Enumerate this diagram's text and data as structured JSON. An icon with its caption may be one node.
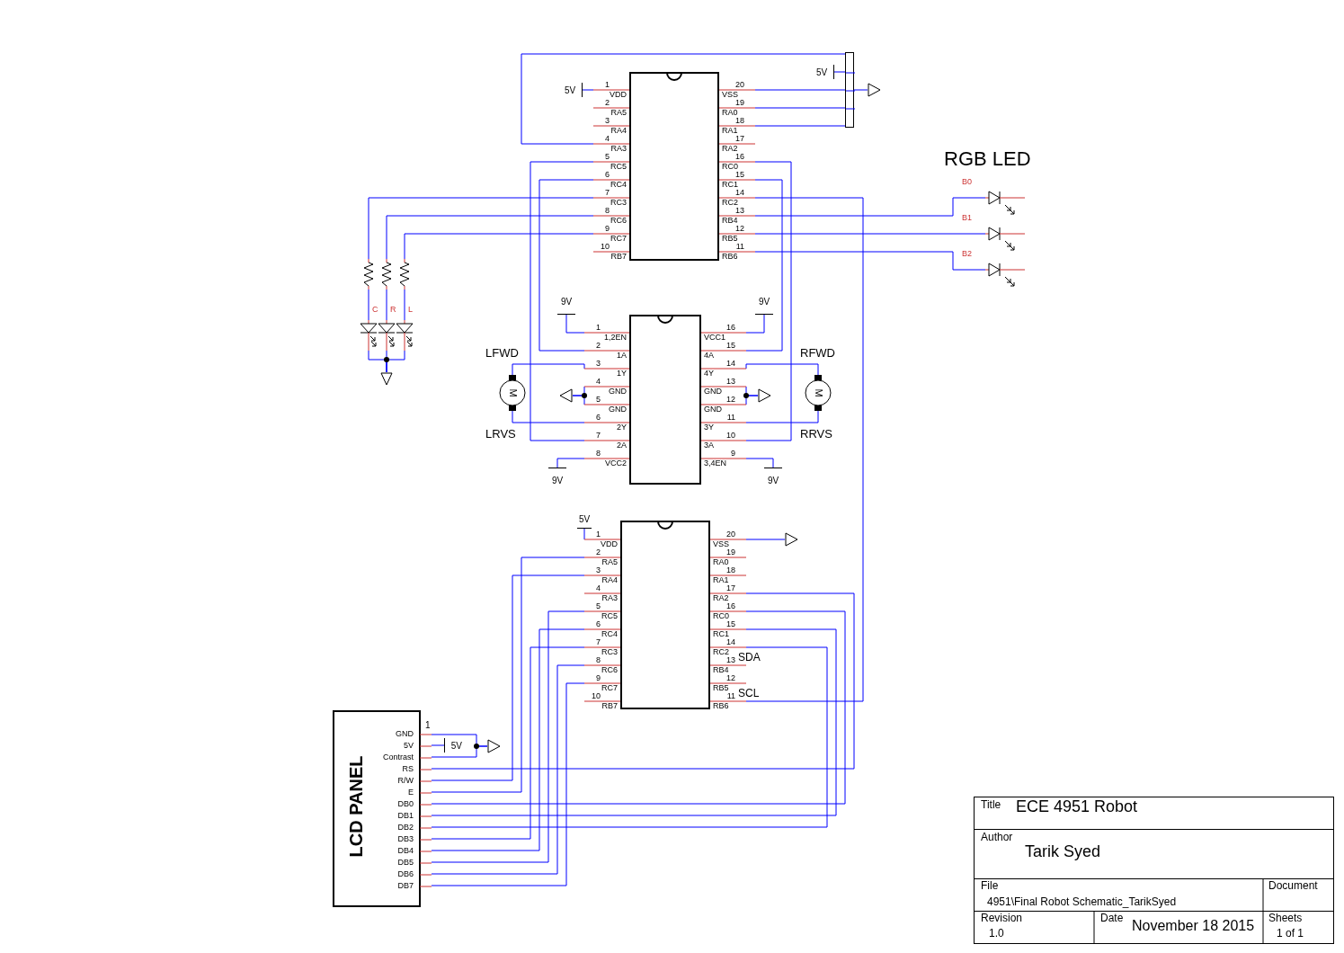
{
  "diagram": {
    "nodes": [
      {
        "text": [],
        "shape": "bar"
      },
      {
        "text": [
          "1",
          "VDD",
          "2",
          "RA5",
          "3",
          "RA4",
          "4",
          "RA3",
          "5",
          "RC5",
          "6",
          "RC4",
          "7",
          "RC3",
          "8",
          "RC6",
          "9",
          "RC7",
          "10",
          "RB7",
          "20",
          "VSS",
          "19",
          "RA0",
          "18",
          "RA1",
          "17",
          "RA2",
          "16",
          "RC0",
          "15",
          "RC1",
          "14",
          "RC2",
          "13",
          "RB4",
          "12",
          "RB5",
          "11",
          "RB6"
        ]
      },
      {
        "text": [
          "5V"
        ]
      },
      {
        "text": [
          "5V"
        ]
      },
      {
        "text": [],
        "shape": "triangle"
      },
      {
        "text": [],
        "shape": "resistor"
      },
      {
        "text": [],
        "shape": "resistor"
      },
      {
        "text": [],
        "shape": "resistor"
      },
      {
        "text": [],
        "shape": "diode",
        "beside": [
          "C"
        ]
      },
      {
        "text": [],
        "shape": "diode",
        "beside": [
          "R"
        ]
      },
      {
        "text": [],
        "shape": "diode",
        "beside": [
          "L"
        ]
      },
      {
        "text": [],
        "shape": "triangle"
      },
      {
        "text": [],
        "shape": "diode",
        "beside": [
          "B0"
        ]
      },
      {
        "text": [],
        "shape": "diode",
        "beside": [
          "B1"
        ]
      },
      {
        "text": [],
        "shape": "diode",
        "beside": [
          "B2"
        ]
      },
      {
        "text": [
          "1",
          "1,2EN",
          "2",
          "1A",
          "3",
          "1Y",
          "4",
          "GND",
          "5",
          "GND",
          "6",
          "2Y",
          "7",
          "2A",
          "8",
          "VCC2",
          "16",
          "VCC1",
          "15",
          "4A",
          "14",
          "4Y",
          "13",
          "GND",
          "12",
          "GND",
          "11",
          "3Y",
          "10",
          "3A",
          "9",
          "3,4EN"
        ]
      },
      {
        "text": [
          "9V"
        ]
      },
      {
        "text": [
          "9V"
        ]
      },
      {
        "text": [
          "M"
        ],
        "beside": [
          "LFWD",
          "LRVS"
        ]
      },
      {
        "text": [
          "M"
        ],
        "beside": [
          "RFWD",
          "RRVS"
        ]
      },
      {
        "text": [],
        "shape": "triangle"
      },
      {
        "text": [],
        "shape": "triangle"
      },
      {
        "text": [
          "9V"
        ]
      },
      {
        "text": [
          "9V"
        ]
      },
      {
        "text": [
          "1",
          "VDD",
          "2",
          "RA5",
          "3",
          "RA4",
          "4",
          "RA3",
          "5",
          "RC5",
          "6",
          "RC4",
          "7",
          "RC3",
          "8",
          "RC6",
          "9",
          "RC7",
          "10",
          "RB7",
          "20",
          "VSS",
          "19",
          "RA0",
          "18",
          "RA1",
          "17",
          "RA2",
          "16",
          "RC0",
          "15",
          "RC1",
          "14",
          "RC2",
          "13",
          "RB4",
          "12",
          "RB5",
          "11",
          "RB6"
        ]
      },
      {
        "text": [
          "5V"
        ]
      },
      {
        "text": [],
        "shape": "triangle"
      },
      {
        "text": [
          "LCD PANEL",
          "1",
          "GND",
          "5V",
          "Contrast",
          "RS",
          "R/W",
          "E",
          "DB0",
          "DB1",
          "DB2",
          "DB3",
          "DB4",
          "DB5",
          "DB6",
          "DB7"
        ]
      },
      {
        "text": [
          "5V"
        ]
      },
      {
        "text": [],
        "shape": "triangle"
      }
    ],
    "edges": [
      {
        "from": 1,
        "to": 2,
        "arrow": "none"
      },
      {
        "from": 1,
        "to": 0,
        "arrow": "none"
      },
      {
        "from": 1,
        "to": 0,
        "arrow": "none"
      },
      {
        "from": 1,
        "to": 0,
        "arrow": "none"
      },
      {
        "from": 1,
        "to": 0,
        "arrow": "none"
      },
      {
        "from": 3,
        "to": 0,
        "arrow": "none"
      },
      {
        "from": 0,
        "to": 4,
        "arrow": "none"
      },
      {
        "from": 1,
        "to": 15,
        "arrow": "none"
      },
      {
        "from": 1,
        "to": 15,
        "arrow": "none"
      },
      {
        "from": 1,
        "to": 15,
        "arrow": "none"
      },
      {
        "from": 1,
        "to": 15,
        "arrow": "none"
      },
      {
        "from": 1,
        "to": 5,
        "arrow": "none"
      },
      {
        "from": 1,
        "to": 6,
        "arrow": "none"
      },
      {
        "from": 1,
        "to": 7,
        "arrow": "none"
      },
      {
        "from": 5,
        "to": 8,
        "arrow": "none"
      },
      {
        "from": 6,
        "to": 9,
        "arrow": "none"
      },
      {
        "from": 7,
        "to": 10,
        "arrow": "none"
      },
      {
        "from": 8,
        "to": 11,
        "arrow": "none"
      },
      {
        "from": 9,
        "to": 11,
        "arrow": "none"
      },
      {
        "from": 10,
        "to": 11,
        "arrow": "none"
      },
      {
        "from": 1,
        "to": 12,
        "arrow": "none"
      },
      {
        "from": 1,
        "to": 13,
        "arrow": "none"
      },
      {
        "from": 1,
        "to": 14,
        "arrow": "none"
      },
      {
        "from": 1,
        "to": 24,
        "arrow": "none"
      },
      {
        "from": 15,
        "to": 16,
        "arrow": "none"
      },
      {
        "from": 15,
        "to": 17,
        "arrow": "none"
      },
      {
        "from": 15,
        "to": 22,
        "arrow": "none"
      },
      {
        "from": 15,
        "to": 23,
        "arrow": "none"
      },
      {
        "from": 15,
        "to": 18,
        "arrow": "none"
      },
      {
        "from": 15,
        "to": 18,
        "arrow": "none"
      },
      {
        "from": 15,
        "to": 19,
        "arrow": "none"
      },
      {
        "from": 15,
        "to": 19,
        "arrow": "none"
      },
      {
        "from": 15,
        "to": 20,
        "arrow": "none"
      },
      {
        "from": 15,
        "to": 20,
        "arrow": "none"
      },
      {
        "from": 15,
        "to": 21,
        "arrow": "none"
      },
      {
        "from": 15,
        "to": 21,
        "arrow": "none"
      },
      {
        "from": 24,
        "to": 25,
        "arrow": "none"
      },
      {
        "from": 24,
        "to": 26,
        "arrow": "none"
      },
      {
        "from": 24,
        "to": 27,
        "arrow": "none"
      },
      {
        "from": 24,
        "to": 27,
        "arrow": "none"
      },
      {
        "from": 24,
        "to": 27,
        "arrow": "none"
      },
      {
        "from": 24,
        "to": 27,
        "arrow": "none"
      },
      {
        "from": 24,
        "to": 27,
        "arrow": "none"
      },
      {
        "from": 24,
        "to": 27,
        "arrow": "none"
      },
      {
        "from": 24,
        "to": 27,
        "arrow": "none"
      },
      {
        "from": 24,
        "to": 27,
        "arrow": "none"
      },
      {
        "from": 24,
        "to": 27,
        "arrow": "none"
      },
      {
        "from": 24,
        "to": 27,
        "arrow": "none"
      },
      {
        "from": 24,
        "to": 27,
        "arrow": "none"
      },
      {
        "from": 27,
        "to": 29,
        "arrow": "none"
      },
      {
        "from": 27,
        "to": 29,
        "arrow": "none"
      },
      {
        "from": 27,
        "to": 28,
        "arrow": "none"
      }
    ],
    "labels": [
      "RGB LED",
      "SDA",
      "SCL",
      "Title",
      "ECE 4951 Robot",
      "Author",
      "Tarik Syed",
      "File",
      "4951\\Final Robot Schematic_TarikSyed",
      "Document",
      "Revision",
      "1.0",
      "Date",
      "November 18 2015",
      "Sheets",
      "1 of 1"
    ]
  }
}
